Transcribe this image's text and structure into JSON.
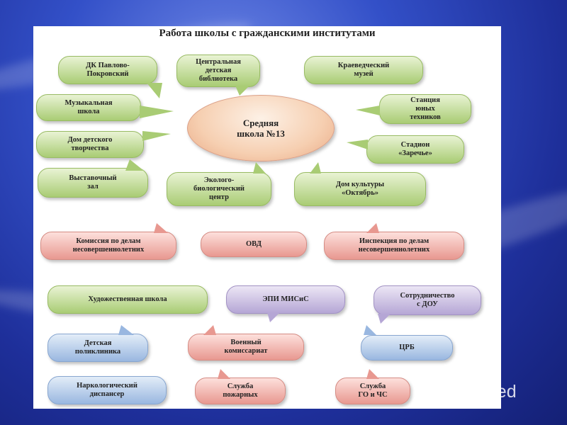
{
  "diagram": {
    "title": "Работа школы  с гражданскими институтами",
    "center": "Средняя\nшкола №13",
    "nodes": {
      "dk": "ДК Павлово-\nПокровский",
      "library": "Центральная\nдетская\nбиблиотека",
      "museum": "Краеведческий\nмузей",
      "music_school": "Музыкальная\nшкола",
      "young_tech": "Станция\nюных\nтехников",
      "kids_house": "Дом детского\nтворчества",
      "stadium": "Стадион\n«Заречье»",
      "exhibit_hall": "Выставочный\nзал",
      "eco_center": "Эколого-\nбиологический\nцентр",
      "culture_house": "Дом культуры\n«Октябрь»",
      "minors_commission": "Комиссия по делам\nнесовершеннолетних",
      "ovd": "ОВД",
      "minors_inspection": "Инспекция по делам\nнесовершеннолетних",
      "art_school": "Художественная школа",
      "epi": "ЭПИ МИСиС",
      "dou": "Сотрудничество\nс  ДОУ",
      "polyclinic": "Детская\nполиклиника",
      "military": "Военный\nкомиссариат",
      "crb": "ЦРБ",
      "narco": "Наркологический\nдиспансер",
      "fire": "Служба\nпожарных",
      "go_chs": "Служба\nГО и ЧС"
    }
  },
  "watermark": {
    "text": "Shared",
    "icon": "presentation-board-icon"
  },
  "colors": {
    "green": "#a9cc74",
    "red": "#e89890",
    "purple": "#b5a6d5",
    "blue": "#99b7e0",
    "center": "#f6cfb1"
  }
}
